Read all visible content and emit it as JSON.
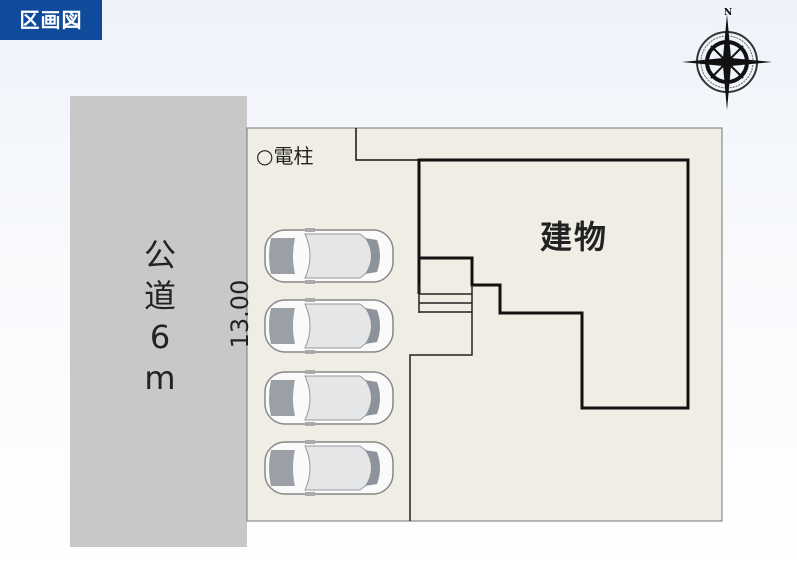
{
  "header": {
    "title": "区画図"
  },
  "plan": {
    "road_label": [
      "公",
      "道",
      "6",
      "m"
    ],
    "frontage_dimension": "13.00",
    "utility_pole_label": "○電柱",
    "building_label": "建物",
    "parking_spaces": 4,
    "compass_north": "N"
  },
  "colors": {
    "badge": "#0f4a9b",
    "road": "#c8c8c8",
    "lot": "#efede4"
  }
}
